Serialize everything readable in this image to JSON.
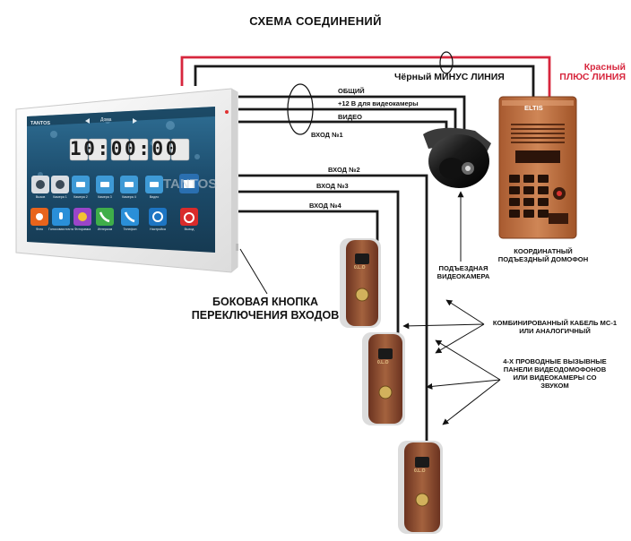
{
  "title": "СХЕМА СОЕДИНЕНИЙ",
  "wires": {
    "common": "ОБЩИЙ",
    "power": "+12 В для видеокамеры",
    "video": "ВИДЕО",
    "input1": "ВХОД №1",
    "input2": "ВХОД №2",
    "input3": "ВХОД №3",
    "input4": "ВХОД №4",
    "black_minus": "Чёрный МИНУС ЛИНИЯ",
    "red_plus_line1": "Красный",
    "red_plus_line2": "ПЛЮС ЛИНИЯ"
  },
  "monitor": {
    "brand": "TANTOS",
    "clock": "10:00:00",
    "header": "Дома",
    "watermark": "TANTOS",
    "top_row": [
      {
        "label": "Вызов",
        "icon": "speaker-icon"
      },
      {
        "label": "Камера 1",
        "icon": "camera-icon"
      },
      {
        "label": "Камера 2",
        "icon": "camera-icon"
      },
      {
        "label": "Камера 3",
        "icon": "camera-icon"
      },
      {
        "label": "Камера 4",
        "icon": "camera-icon"
      },
      {
        "label": "Видео",
        "icon": "clapper-icon"
      }
    ],
    "bottom_row": [
      {
        "label": "Фото",
        "icon": "photo-icon",
        "color": "#e8641c"
      },
      {
        "label": "Голосовая почта",
        "icon": "mic-icon",
        "color": "#2a8fd8"
      },
      {
        "label": "Фоторамка",
        "icon": "pinwheel-icon",
        "color": "#9b45c9"
      },
      {
        "label": "Интерком",
        "icon": "phone-icon",
        "color": "#3fae49"
      },
      {
        "label": "Телефон",
        "icon": "phone-icon",
        "color": "#2a8fd8"
      },
      {
        "label": "Настройка",
        "icon": "gear-icon",
        "color": "#1d75c3"
      },
      {
        "label": "Выход",
        "icon": "power-icon",
        "color": "#d92b2b"
      }
    ]
  },
  "intercom": {
    "brand": "ELTIS",
    "label": "КООРДИНАТНЫЙ ПОДЪЕЗДНЫЙ ДОМОФОН"
  },
  "dome_camera": {
    "label": "ПОДЪЕЗДНАЯ ВИДЕОКАМЕРА"
  },
  "call_panel": {
    "badge": "0.L.O"
  },
  "side_button_label": "БОКОВАЯ КНОПКА ПЕРЕКЛЮЧЕНИЯ ВХОДОВ",
  "cable_note": "КОМБИНИРОВАННЫЙ КАБЕЛЬ МС-1 ИЛИ АНАЛОГИЧНЫЙ",
  "panels_note": "4-Х ПРОВОДНЫЕ ВЫЗЫВНЫЕ ПАНЕЛИ ВИДЕОДОМОФОНОВ ИЛИ ВИДЕОКАМЕРЫ СО ЗВУКОМ",
  "colors": {
    "wire": "#1a1a1a",
    "red_wire": "#d7263d",
    "monitor_frame": "#f4f4f4",
    "screen": "#1f4f6e",
    "intercom_body": "#b86a3e",
    "copper": "#8b4a2b"
  }
}
